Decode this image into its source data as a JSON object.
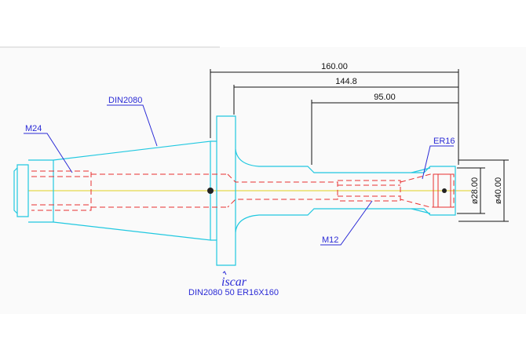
{
  "dimensions": {
    "overall_length": "160.00",
    "shank_length": "144.8",
    "nose_length": "95.00",
    "dia_inner": "ø28.00",
    "dia_outer": "ø40.00"
  },
  "callouts": {
    "taper": "DIN2080",
    "thread_back": "M24",
    "thread_front": "M12",
    "collet": "ER16"
  },
  "logo": {
    "text": "iscar"
  },
  "part_number": "DIN2080  50  ER16X160",
  "colors": {
    "outline": "#20c8e0",
    "hidden": "#e83030",
    "centerline": "#e0d020",
    "dimension": "#111111",
    "callout": "#2b2bd6"
  }
}
